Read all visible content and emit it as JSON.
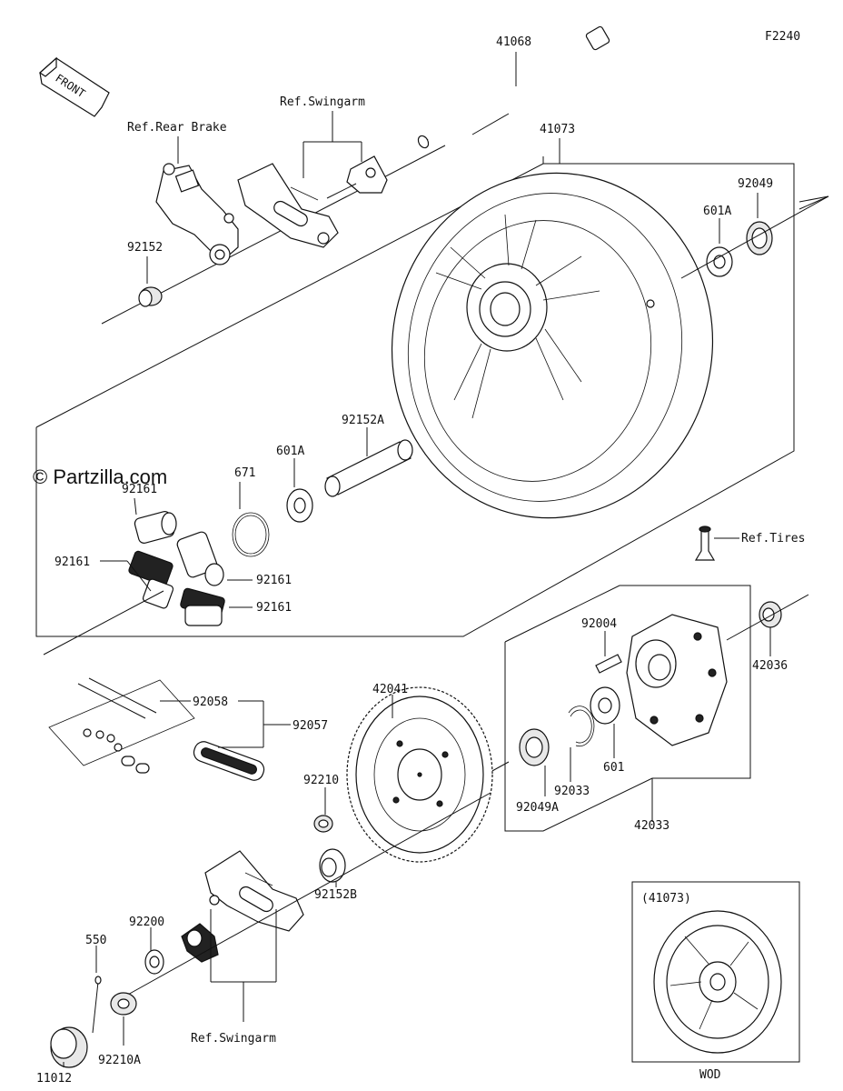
{
  "figure_code": "F2240",
  "watermark": "© Partzilla.com",
  "front_arrow_label": "FRONT",
  "labels": {
    "p41068": "41068",
    "p41073": "41073",
    "ref_swingarm_top": "Ref.Swingarm",
    "ref_rear_brake": "Ref.Rear Brake",
    "p92049": "92049",
    "p601A_top": "601A",
    "p92152": "92152",
    "p92152A": "92152A",
    "p601A_mid": "601A",
    "p671": "671",
    "p92161_a": "92161",
    "p92161_b": "92161",
    "p92161_c": "92161",
    "p92161_d": "92161",
    "ref_tires": "Ref.Tires",
    "p92004": "92004",
    "p42036": "42036",
    "p42041": "42041",
    "p92058": "92058",
    "p92057": "92057",
    "p92210": "92210",
    "p92049A": "92049A",
    "p92033": "92033",
    "p601": "601",
    "p42033": "42033",
    "p92152B": "92152B",
    "p92200": "92200",
    "p550": "550",
    "ref_swingarm_bottom": "Ref.Swingarm",
    "p92210A": "92210A",
    "p11012": "11012",
    "inset_title": "(41073)",
    "inset_caption": "WOD"
  }
}
